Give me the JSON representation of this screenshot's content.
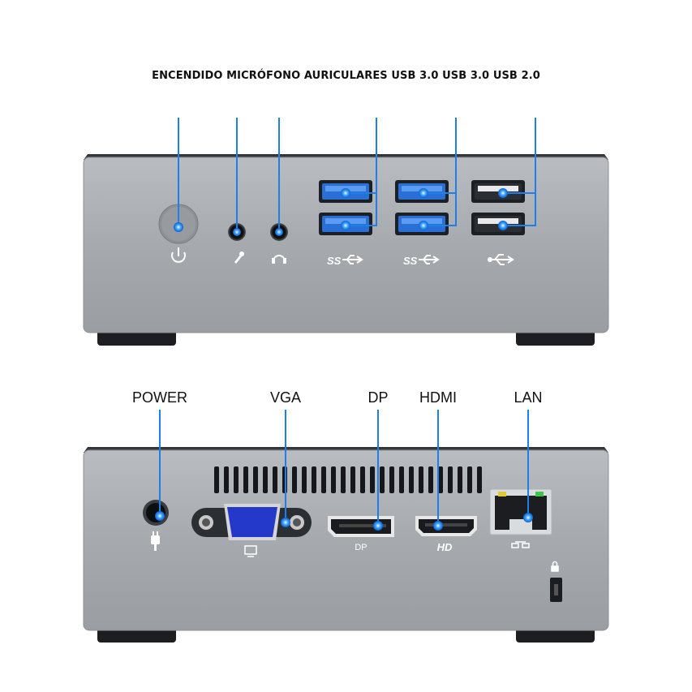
{
  "front_caption": "ENCENDIDO MICRÓFONO AURICULARES USB 3.0 USB 3.0 USB 2.0",
  "rear_labels": {
    "power": "POWER",
    "vga": "VGA",
    "dp": "DP",
    "hdmi": "HDMI",
    "lan": "LAN"
  },
  "rear_port_marks": {
    "dp": "DP",
    "hdmi": "HD"
  },
  "front_port_marks": {
    "usb3_a": "SS",
    "usb3_b": "SS"
  },
  "colors": {
    "chassis": "#a9adb1",
    "chassis_dark": "#3a3d41",
    "usb3_blue": "#2a6fd6",
    "pointer_blue": "#1e90ff",
    "vga_blue": "#2438c9"
  },
  "icons": [
    "power-icon",
    "microphone-icon",
    "headphones-icon",
    "usb-superspeed-icon",
    "usb-icon",
    "dc-power-icon",
    "monitor-icon",
    "network-icon",
    "lock-icon"
  ]
}
